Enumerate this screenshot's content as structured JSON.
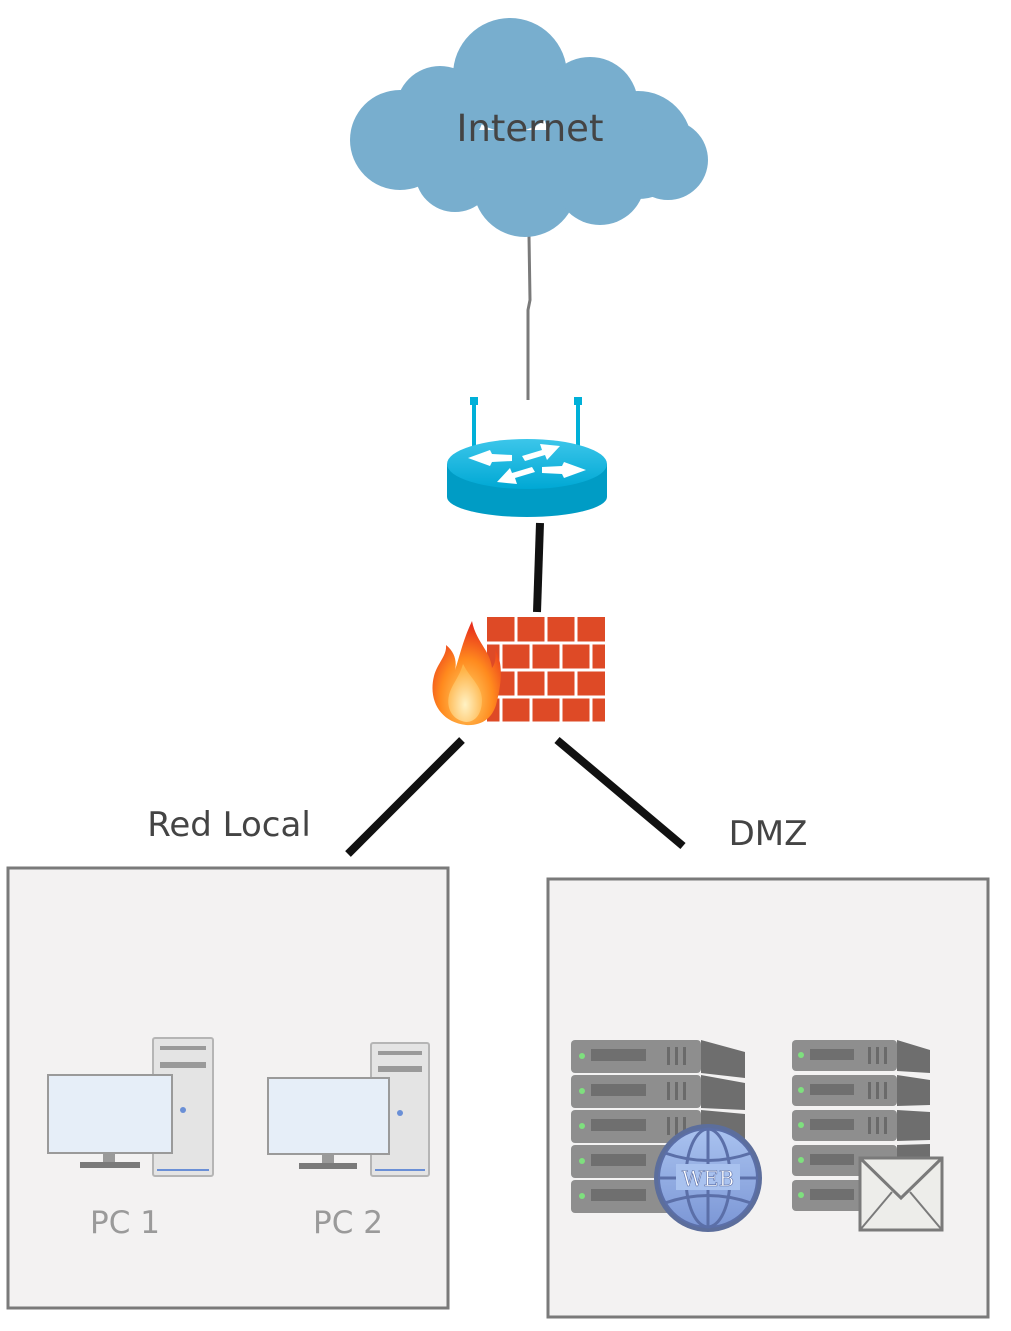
{
  "nodes": {
    "internet": {
      "label": "Internet",
      "icon": "cloud-icon"
    },
    "router": {
      "icon": "router-icon"
    },
    "firewall": {
      "icon": "firewall-icon"
    },
    "pc1": {
      "label": "PC 1",
      "icon": "desktop-computer-icon"
    },
    "pc2": {
      "label": "PC 2",
      "icon": "desktop-computer-icon"
    },
    "web_server": {
      "icon": "web-server-icon",
      "badge": "WEB"
    },
    "mail_server": {
      "icon": "mail-server-icon"
    }
  },
  "zones": {
    "local": {
      "label": "Red Local"
    },
    "dmz": {
      "label": "DMZ"
    }
  },
  "colors": {
    "cloud": "#78aece",
    "router": "#00b0d8",
    "brick": "#de4a26",
    "zone_fill": "#f3f2f2",
    "zone_border": "#7a7a7a",
    "server": "#8e8e8e",
    "text": "#444444",
    "pc_label": "#9a9a9a"
  }
}
